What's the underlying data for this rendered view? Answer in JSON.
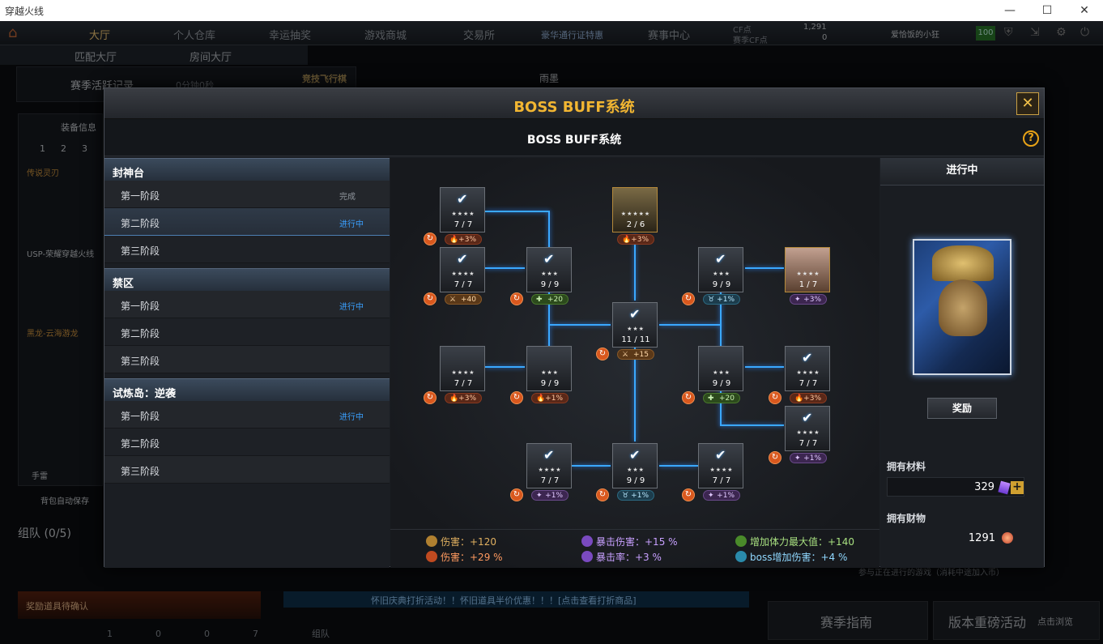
{
  "window": {
    "title": "穿越火线",
    "min": "—",
    "max": "☐",
    "close": "✕"
  },
  "background": {
    "nav": [
      "大厅",
      "个人仓库",
      "幸运抽奖",
      "游戏商城",
      "交易所",
      "豪华通行证特惠",
      "赛事中心"
    ],
    "currency": {
      "cf_label": "CF点",
      "cf_value": "1,291",
      "season_label": "赛季CF点",
      "season_value": "0"
    },
    "username": "爱恰饭的小狂",
    "level_badge": "100",
    "subnav": [
      "匹配大厅",
      "房间大厅"
    ],
    "season_record": "赛季活跃记录",
    "season_time": "0分钟0秒",
    "race_button": "竞技飞行棋",
    "rain": "雨墨",
    "equip_info": "装备信息",
    "tabs": [
      "1",
      "2",
      "3"
    ],
    "weapon1": "传说灵刃",
    "weapon2": "USP-荣耀穿越火线",
    "weapon3": "黑龙-云海游龙",
    "weapon4": "手雷",
    "auto_save": "背包自动保存",
    "team": "组队 (0/5)",
    "reward_confirm": "奖励道具待确认",
    "announce": "怀旧庆典打折活动！！怀旧道具半价优惠！！！[点击查看打折商品]",
    "team_label": "组队",
    "join_hint": "参与正在进行的游戏（消耗中途加入币）",
    "season_guide": "赛季指南",
    "big_event": "版本重磅活动",
    "big_event_sub": "点击浏览",
    "count_1": "1",
    "count_0a": "0",
    "count_0b": "0",
    "count_7": "7"
  },
  "modal": {
    "title": "BOSS BUFF系统",
    "subtitle": "BOSS BUFF系统",
    "close": "✕",
    "help": "?",
    "groups": [
      {
        "name": "封神台",
        "stages": [
          {
            "label": "第一阶段",
            "status": "完成"
          },
          {
            "label": "第二阶段",
            "status": "进行中"
          },
          {
            "label": "第三阶段",
            "status": ""
          }
        ]
      },
      {
        "name": "禁区",
        "stages": [
          {
            "label": "第一阶段",
            "status": "进行中"
          },
          {
            "label": "第二阶段",
            "status": ""
          },
          {
            "label": "第三阶段",
            "status": ""
          }
        ]
      },
      {
        "name": "试炼岛：逆袭",
        "stages": [
          {
            "label": "第一阶段",
            "status": "进行中"
          },
          {
            "label": "第二阶段",
            "status": ""
          },
          {
            "label": "第三阶段",
            "status": ""
          }
        ]
      }
    ],
    "nodes": [
      {
        "id": "n1",
        "count": "7 / 7",
        "stars": "★★★★",
        "badge": "+3%",
        "kind": "fire",
        "checked": true
      },
      {
        "id": "n2",
        "count": "2 / 6",
        "stars": "★★★★★",
        "badge": "+3%",
        "kind": "fire",
        "checked": false
      },
      {
        "id": "n3",
        "count": "7 / 7",
        "stars": "★★★★",
        "badge": "+40",
        "kind": "dmg",
        "checked": true
      },
      {
        "id": "n4",
        "count": "9 / 9",
        "stars": "★★★",
        "badge": "+20",
        "kind": "hp",
        "checked": true
      },
      {
        "id": "n5",
        "count": "9 / 9",
        "stars": "★★★",
        "badge": "+1%",
        "kind": "boss",
        "checked": true
      },
      {
        "id": "n6",
        "count": "1 / 7",
        "stars": "★★★★",
        "badge": "+3%",
        "kind": "crit",
        "checked": false
      },
      {
        "id": "n7",
        "count": "11 / 11",
        "stars": "★★★",
        "badge": "+15",
        "kind": "dmg",
        "checked": true
      },
      {
        "id": "n8",
        "count": "7 / 7",
        "stars": "★★★★",
        "badge": "+3%",
        "kind": "fire",
        "checked": false
      },
      {
        "id": "n9",
        "count": "9 / 9",
        "stars": "★★★",
        "badge": "+1%",
        "kind": "fire",
        "checked": false
      },
      {
        "id": "n10",
        "count": "9 / 9",
        "stars": "★★★",
        "badge": "+20",
        "kind": "hp",
        "checked": false
      },
      {
        "id": "n11",
        "count": "7 / 7",
        "stars": "★★★★",
        "badge": "+3%",
        "kind": "fire",
        "checked": true
      },
      {
        "id": "n12",
        "count": "7 / 7",
        "stars": "★★★★",
        "badge": "+1%",
        "kind": "crit",
        "checked": true
      },
      {
        "id": "n13",
        "count": "7 / 7",
        "stars": "★★★★",
        "badge": "+1%",
        "kind": "crit",
        "checked": true
      },
      {
        "id": "n14",
        "count": "9 / 9",
        "stars": "★★★",
        "badge": "+1%",
        "kind": "boss",
        "checked": true
      },
      {
        "id": "n15",
        "count": "7 / 7",
        "stars": "★★★★",
        "badge": "+1%",
        "kind": "crit",
        "checked": true
      }
    ],
    "stats": [
      {
        "text": "伤害：+120",
        "color": "#e0b060",
        "icon": "#b08030"
      },
      {
        "text": "暴击伤害：+15 %",
        "color": "#c8a0ff",
        "icon": "#7a4ac0"
      },
      {
        "text": "增加体力最大值：+140",
        "color": "#a8e080",
        "icon": "#4a8a2a"
      },
      {
        "text": "伤害：+29 %",
        "color": "#ff9a60",
        "icon": "#c04a20"
      },
      {
        "text": "暴击率：+3 %",
        "color": "#c8a0ff",
        "icon": "#7a4ac0"
      },
      {
        "text": "boss增加伤害：+4 %",
        "color": "#90d8ff",
        "icon": "#2a8aaa"
      }
    ],
    "right": {
      "status": "进行中",
      "reward_button": "奖励",
      "materials_label": "拥有材料",
      "materials_value": "329",
      "wealth_label": "拥有财物",
      "wealth_value": "1291",
      "plus": "+"
    }
  }
}
